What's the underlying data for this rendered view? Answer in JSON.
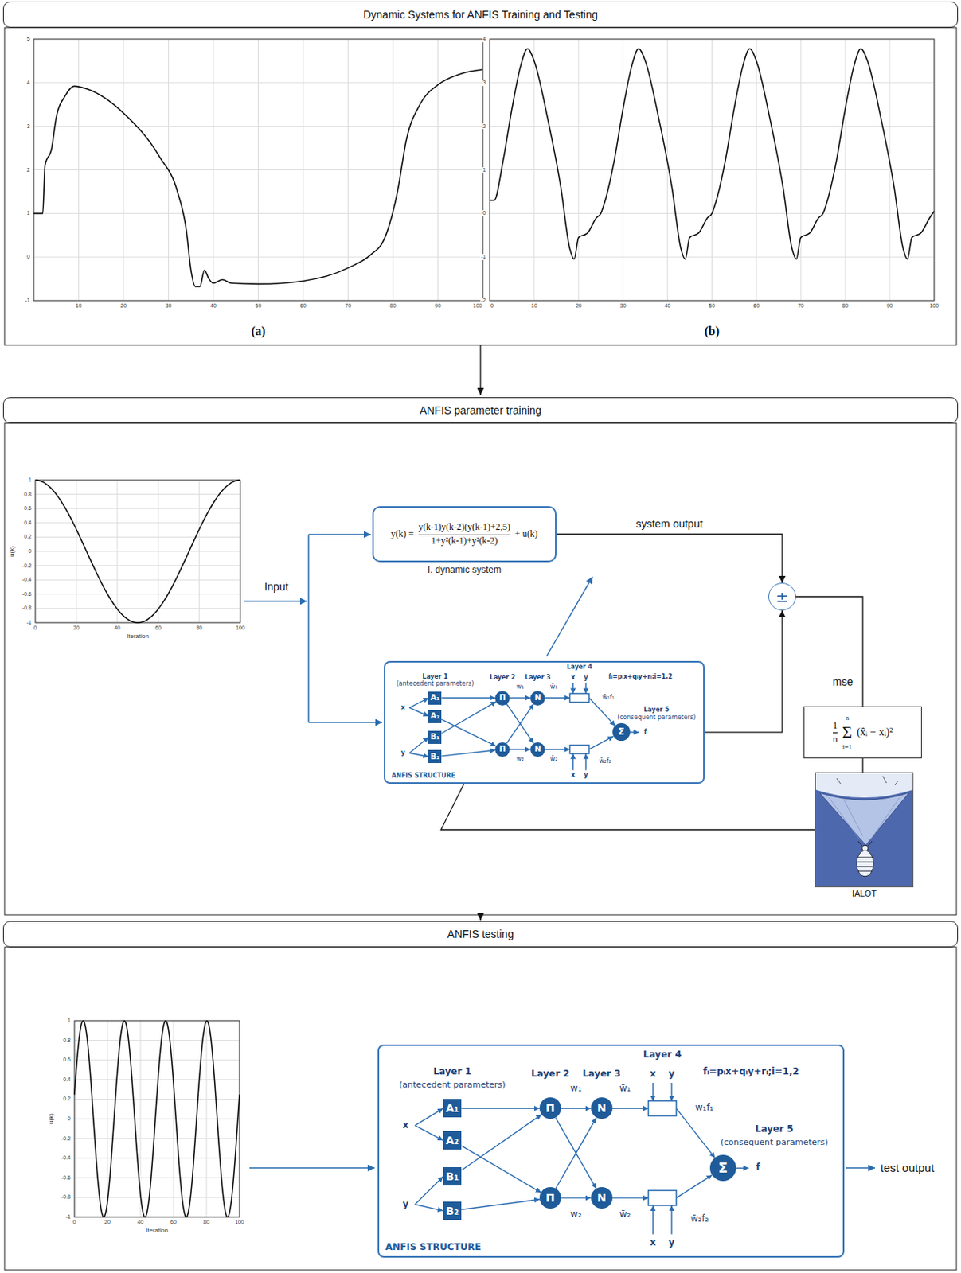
{
  "diagram": {
    "nodes": [
      {
        "text": [
          "Dynamic Systems for ANFIS Training and Testing"
        ]
      },
      {
        "text": [
          "ANFIS parameter training"
        ]
      },
      {
        "text": [
          "y(k) =",
          "y(k-1)y(k-2)(y(k-1)+2,5)",
          "1+y²(k-1)+y²(k-2)",
          "+ u(k)",
          "I. dynamic system"
        ]
      },
      {
        "text": [
          "ANFIS STRUCTURE"
        ]
      },
      {
        "text": [
          "A₁"
        ],
        "in": 3
      },
      {
        "text": [
          "A₂"
        ],
        "in": 3
      },
      {
        "text": [
          "B₁"
        ],
        "in": 3
      },
      {
        "text": [
          "B₂"
        ],
        "in": 3
      },
      {
        "text": [
          "Π"
        ],
        "in": 3
      },
      {
        "text": [
          "Π"
        ],
        "in": 3
      },
      {
        "text": [
          "N"
        ],
        "in": 3
      },
      {
        "text": [
          "N"
        ],
        "in": 3
      },
      {
        "text": [
          "Σ"
        ],
        "in": 3
      },
      {
        "text": [
          "±"
        ]
      },
      {
        "text": [
          "1",
          "n",
          "n",
          "Σ",
          "i=1",
          "(x̂ᵢ − xᵢ)²"
        ]
      },
      {
        "text": [
          "IALOT"
        ]
      },
      {
        "text": [
          "ANFIS testing"
        ]
      },
      {
        "text": [
          "ANFIS STRUCTURE"
        ]
      },
      {
        "text": [
          "A₁"
        ],
        "in": 17
      },
      {
        "text": [
          "A₂"
        ],
        "in": 17
      },
      {
        "text": [
          "B₁"
        ],
        "in": 17
      },
      {
        "text": [
          "B₂"
        ],
        "in": 17
      },
      {
        "text": [
          "Π"
        ],
        "in": 17
      },
      {
        "text": [
          "Π"
        ],
        "in": 17
      },
      {
        "text": [
          "N"
        ],
        "in": 17
      },
      {
        "text": [
          "N"
        ],
        "in": 17
      },
      {
        "text": [
          "Σ"
        ],
        "in": 17
      }
    ],
    "edges": [
      {
        "from": 2,
        "to": 13,
        "label": "system output",
        "arrow": "to"
      },
      {
        "from": 3,
        "to": 13,
        "arrow": "to"
      },
      {
        "from": 13,
        "to": 14,
        "label": "mse",
        "arrow": "none"
      },
      {
        "from": 14,
        "to": 15,
        "arrow": "none"
      },
      {
        "from": 15,
        "to": 3,
        "arrow": "none"
      },
      {
        "from": 4,
        "to": 8,
        "arrow": "to"
      },
      {
        "from": 5,
        "to": 9,
        "arrow": "to"
      },
      {
        "from": 6,
        "to": 8,
        "arrow": "to"
      },
      {
        "from": 7,
        "to": 9,
        "arrow": "to"
      },
      {
        "from": 8,
        "to": 10,
        "arrow": "to"
      },
      {
        "from": 8,
        "to": 11,
        "arrow": "to"
      },
      {
        "from": 9,
        "to": 10,
        "arrow": "to"
      },
      {
        "from": 9,
        "to": 11,
        "arrow": "to"
      },
      {
        "from": 18,
        "to": 22,
        "arrow": "to"
      },
      {
        "from": 19,
        "to": 23,
        "arrow": "to"
      },
      {
        "from": 20,
        "to": 22,
        "arrow": "to"
      },
      {
        "from": 21,
        "to": 23,
        "arrow": "to"
      },
      {
        "from": 22,
        "to": 24,
        "arrow": "to"
      },
      {
        "from": 22,
        "to": 25,
        "arrow": "to"
      },
      {
        "from": 23,
        "to": 24,
        "arrow": "to"
      },
      {
        "from": 23,
        "to": 25,
        "arrow": "to"
      }
    ],
    "labels": [
      "5",
      "4",
      "3",
      "2",
      "1",
      "0",
      "-1",
      "10",
      "20",
      "30",
      "40",
      "50",
      "60",
      "70",
      "80",
      "90",
      "100",
      "(a)",
      "4",
      "3",
      "2",
      "1",
      "0",
      "-1",
      "-2",
      "0",
      "10",
      "20",
      "30",
      "40",
      "50",
      "60",
      "70",
      "80",
      "90",
      "100",
      "(b)",
      "1",
      "0.8",
      "0.6",
      "0.4",
      "0.2",
      "0",
      "-0.2",
      "-0.4",
      "-0.6",
      "-0.8",
      "-1",
      "0",
      "20",
      "40",
      "60",
      "80",
      "100",
      "Iteration",
      "u(k)",
      "Input",
      "Layer 1",
      "(antecedent parameters)",
      "x",
      "y",
      "Layer 2",
      "w₁",
      "w₂",
      "Layer 3",
      "w̄₁",
      "w̄₂",
      "Layer 4",
      "x",
      "y",
      "x",
      "y",
      "fᵢ=pᵢx+qᵢy+rᵢ;i=1,2",
      "w̄₁f₁",
      "Layer 5",
      "(consequent parameters)",
      "w̄₂f₂",
      "f",
      "1",
      "0.8",
      "0.6",
      "0.4",
      "0.2",
      "0",
      "-0.2",
      "-0.4",
      "-0.6",
      "-0.8",
      "-1",
      "0",
      "20",
      "40",
      "60",
      "80",
      "100",
      "Iteration",
      "u(k)",
      "Layer 1",
      "(antecedent parameters)",
      "x",
      "y",
      "Layer 2",
      "w₁",
      "w₂",
      "Layer 3",
      "w̄₁",
      "w̄₂",
      "Layer 4",
      "x",
      "y",
      "x",
      "y",
      "fᵢ=pᵢx+qᵢy+rᵢ;i=1,2",
      "w̄₁f₁",
      "Layer 5",
      "(consequent parameters)",
      "w̄₂f₂",
      "f",
      "test output"
    ]
  }
}
